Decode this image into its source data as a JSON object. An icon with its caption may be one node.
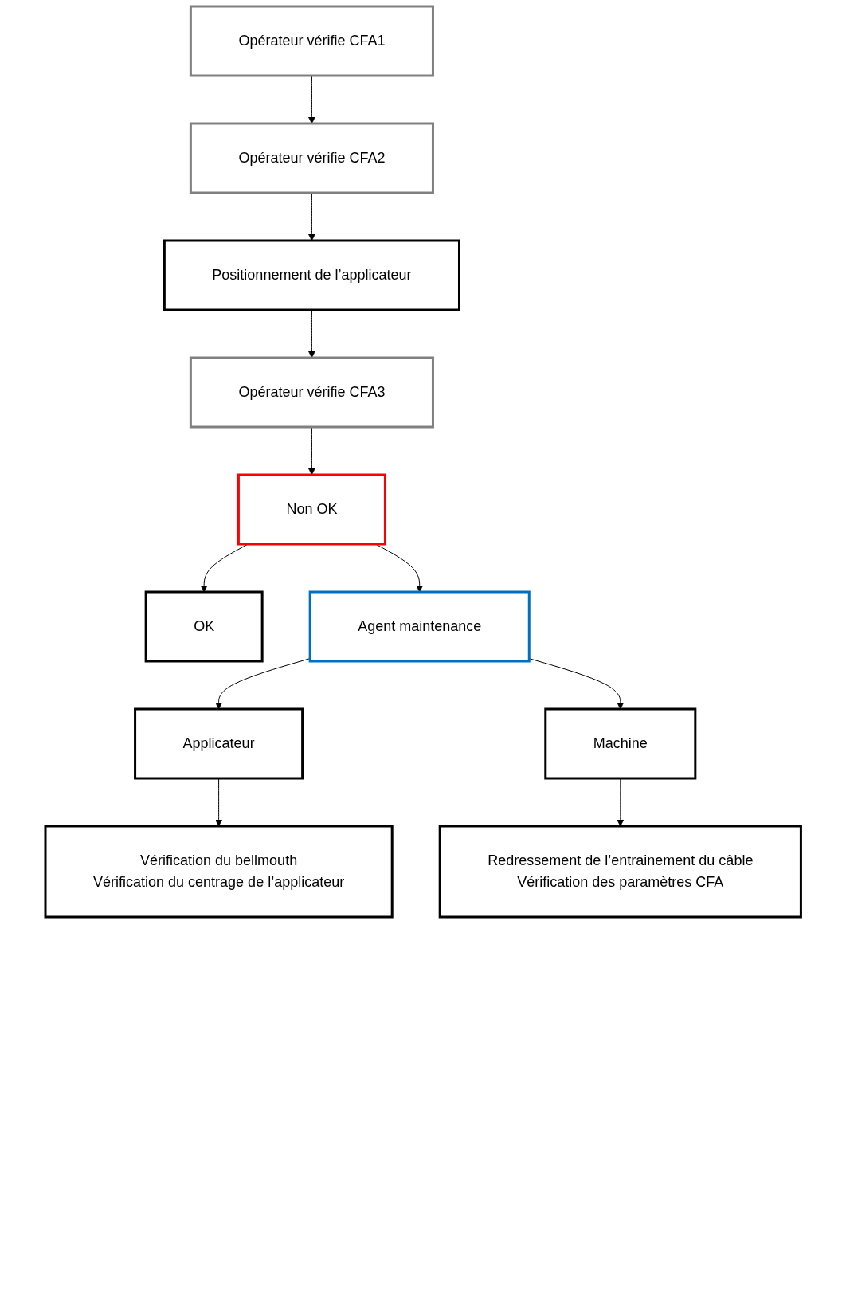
{
  "diagram": {
    "nodes": [
      {
        "text": [
          "Opérateur vérifie CFA1"
        ]
      },
      {
        "text": [
          "Opérateur vérifie CFA2"
        ]
      },
      {
        "text": [
          "Positionnement de l’applicateur"
        ]
      },
      {
        "text": [
          "Opérateur vérifie CFA3"
        ]
      },
      {
        "text": [
          "Non OK"
        ]
      },
      {
        "text": [
          "OK"
        ]
      },
      {
        "text": [
          "Agent maintenance"
        ]
      },
      {
        "text": [
          "Applicateur"
        ]
      },
      {
        "text": [
          "Machine"
        ]
      },
      {
        "text": [
          "Vérification du bellmouth",
          "Vérification du centrage de l’applicateur"
        ]
      },
      {
        "text": [
          "Redressement de l’entrainement du câble",
          "Vérification des paramètres CFA"
        ]
      }
    ],
    "edges": [
      {
        "from": 0,
        "to": 1,
        "arrow": "to"
      },
      {
        "from": 1,
        "to": 2,
        "arrow": "to"
      },
      {
        "from": 2,
        "to": 3,
        "arrow": "to"
      },
      {
        "from": 3,
        "to": 4,
        "arrow": "to"
      },
      {
        "from": 4,
        "to": 5,
        "arrow": "to"
      },
      {
        "from": 4,
        "to": 6,
        "arrow": "to"
      },
      {
        "from": 6,
        "to": 7,
        "arrow": "to"
      },
      {
        "from": 6,
        "to": 8,
        "arrow": "to"
      },
      {
        "from": 7,
        "to": 9,
        "arrow": "to"
      },
      {
        "from": 8,
        "to": 10,
        "arrow": "to"
      }
    ]
  }
}
